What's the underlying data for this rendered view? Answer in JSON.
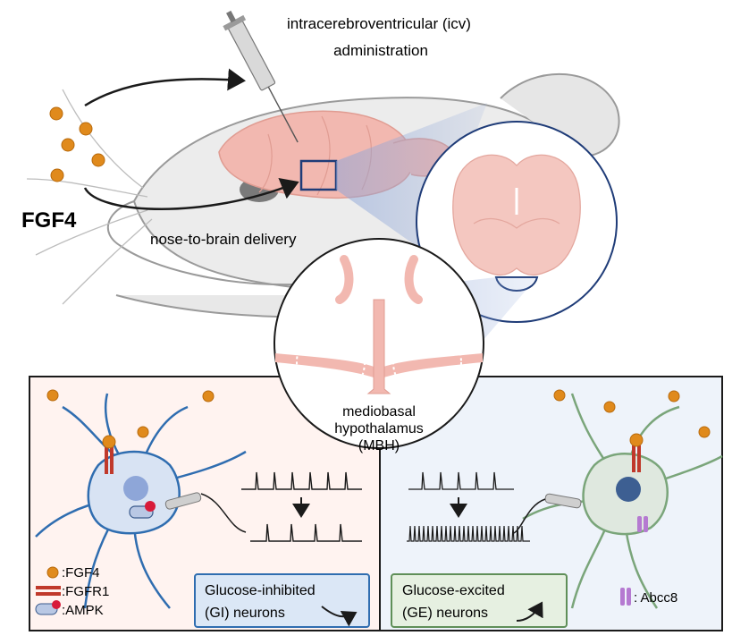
{
  "top": {
    "icv_line1": "intracerebroventricular (icv)",
    "icv_line2": "administration",
    "fgf4_title": "FGF4",
    "nose_label": "nose-to-brain delivery"
  },
  "mbh": {
    "line1": "mediobasal",
    "line2": "hypothalamus",
    "line3": "(MBH)"
  },
  "legend": {
    "fgf4": ":FGF4",
    "fgfr1": ":FGFR1",
    "ampk": ":AMPK",
    "abcc8": ": Abcc8"
  },
  "left_panel": {
    "label_line1": "Glucose-inhibited",
    "label_line2": "(GI) neurons"
  },
  "right_panel": {
    "label_line1": "Glucose-excited",
    "label_line2": "(GE) neurons"
  },
  "colors": {
    "fgf4_ball": "#e08a1c",
    "brain_pink": "#f2b8b0",
    "gi_neuron": "#2f6db0",
    "ge_neuron": "#7aa57a",
    "fgfr1": "#c0392b",
    "ampk": "#d81b3a",
    "abcc8": "#b57ad1",
    "panel_left_bg": "#fff3f0",
    "panel_right_bg": "#eef3fa"
  }
}
